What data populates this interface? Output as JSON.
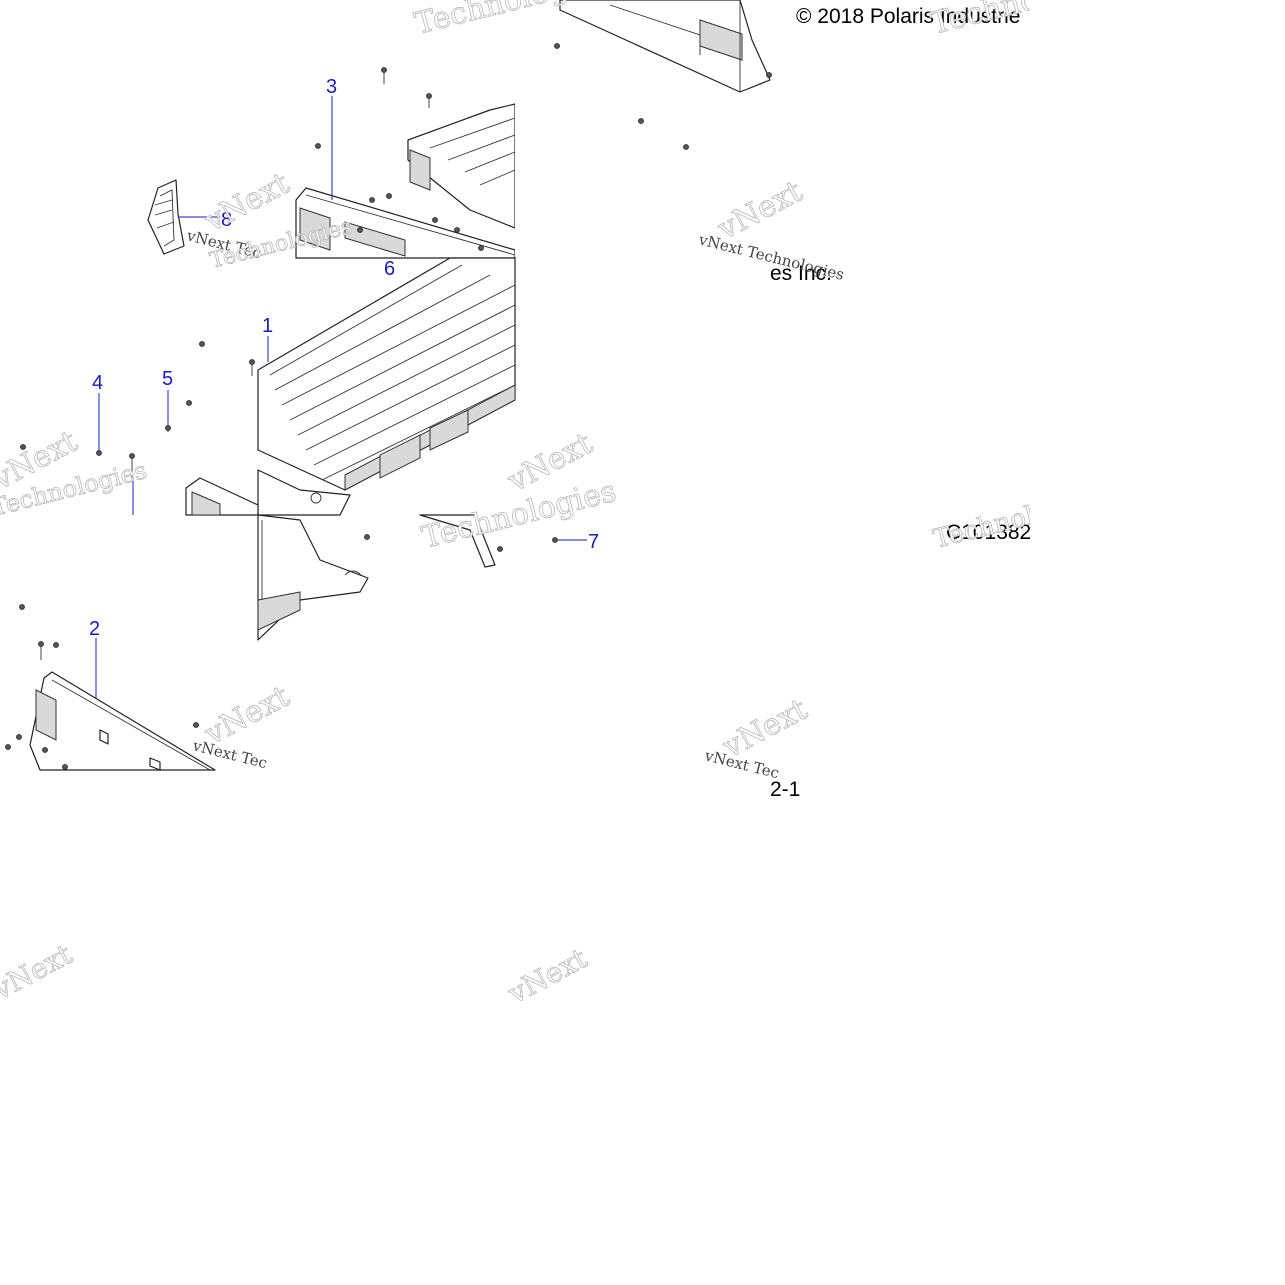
{
  "copyright": "© 2018 Polaris Industrie",
  "copyright_fragment": "es Inc.",
  "diagram_code": "C101382",
  "page_label": "2-1",
  "watermark": {
    "brand_top": "vNext",
    "brand_bottom": "Technologies",
    "brand_line": "vNext Tec",
    "brand_line_long": "vNext Technologies"
  },
  "callouts": [
    {
      "id": "1",
      "label": "1"
    },
    {
      "id": "2",
      "label": "2"
    },
    {
      "id": "3",
      "label": "3"
    },
    {
      "id": "4",
      "label": "4"
    },
    {
      "id": "5",
      "label": "5"
    },
    {
      "id": "6",
      "label": "6"
    },
    {
      "id": "7",
      "label": "7"
    },
    {
      "id": "8",
      "label": "8"
    }
  ],
  "colors": {
    "callout": "#1a1acc",
    "line": "#222222",
    "shade": "#d9d9d9"
  }
}
